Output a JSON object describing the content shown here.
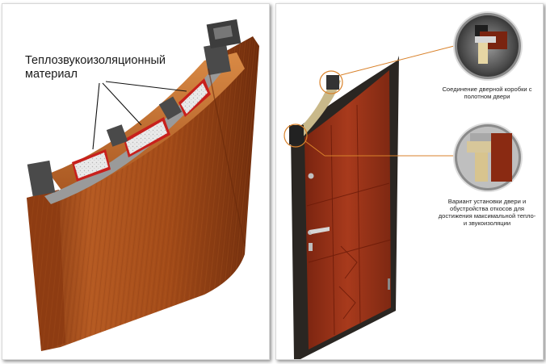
{
  "left_panel": {
    "label_line1": "Теплозвукоизоляционный",
    "label_line2": "материал"
  },
  "right_panel": {
    "caption_top": "Соединение дверной коробки с полотном двери",
    "caption_bottom": "Вариант установки двери и обустройства откосов для достижения максимальной тепло- и звукоизоляции"
  },
  "colors": {
    "wood": "#a84c1c",
    "door_red": "#9b2f18",
    "frame_dark": "#2a2622",
    "insulation_red": "#c8201c",
    "callout_orange": "#d9822b"
  }
}
